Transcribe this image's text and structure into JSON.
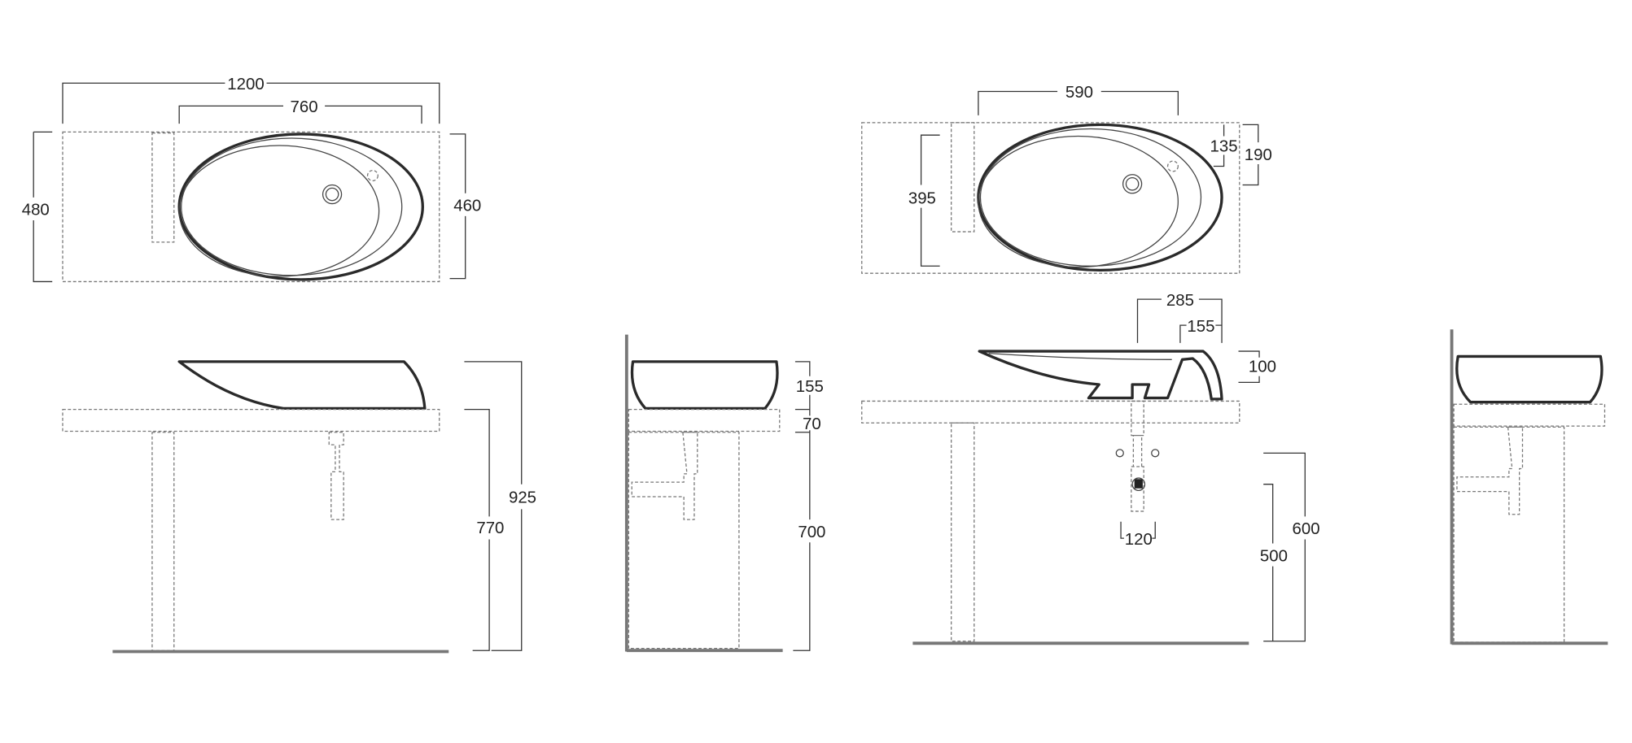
{
  "title": "Washbasin technical drawing",
  "views": {
    "plan_left": {
      "width_total": "1200",
      "width_basin": "760",
      "depth_total": "480",
      "depth_basin": "460"
    },
    "front_left": {
      "height_total": "925",
      "height_top": "770"
    },
    "side_left": {
      "basin_height": "155",
      "counter_thickness": "70",
      "counter_height": "700"
    },
    "plan_right": {
      "width": "590",
      "depth": "395",
      "drain_offset_a": "135",
      "drain_offset_b": "190"
    },
    "front_right": {
      "offset_a": "285",
      "offset_b": "155",
      "rim_height": "100",
      "supply_spacing": "120",
      "supply_height": "600",
      "drain_height": "500"
    }
  }
}
